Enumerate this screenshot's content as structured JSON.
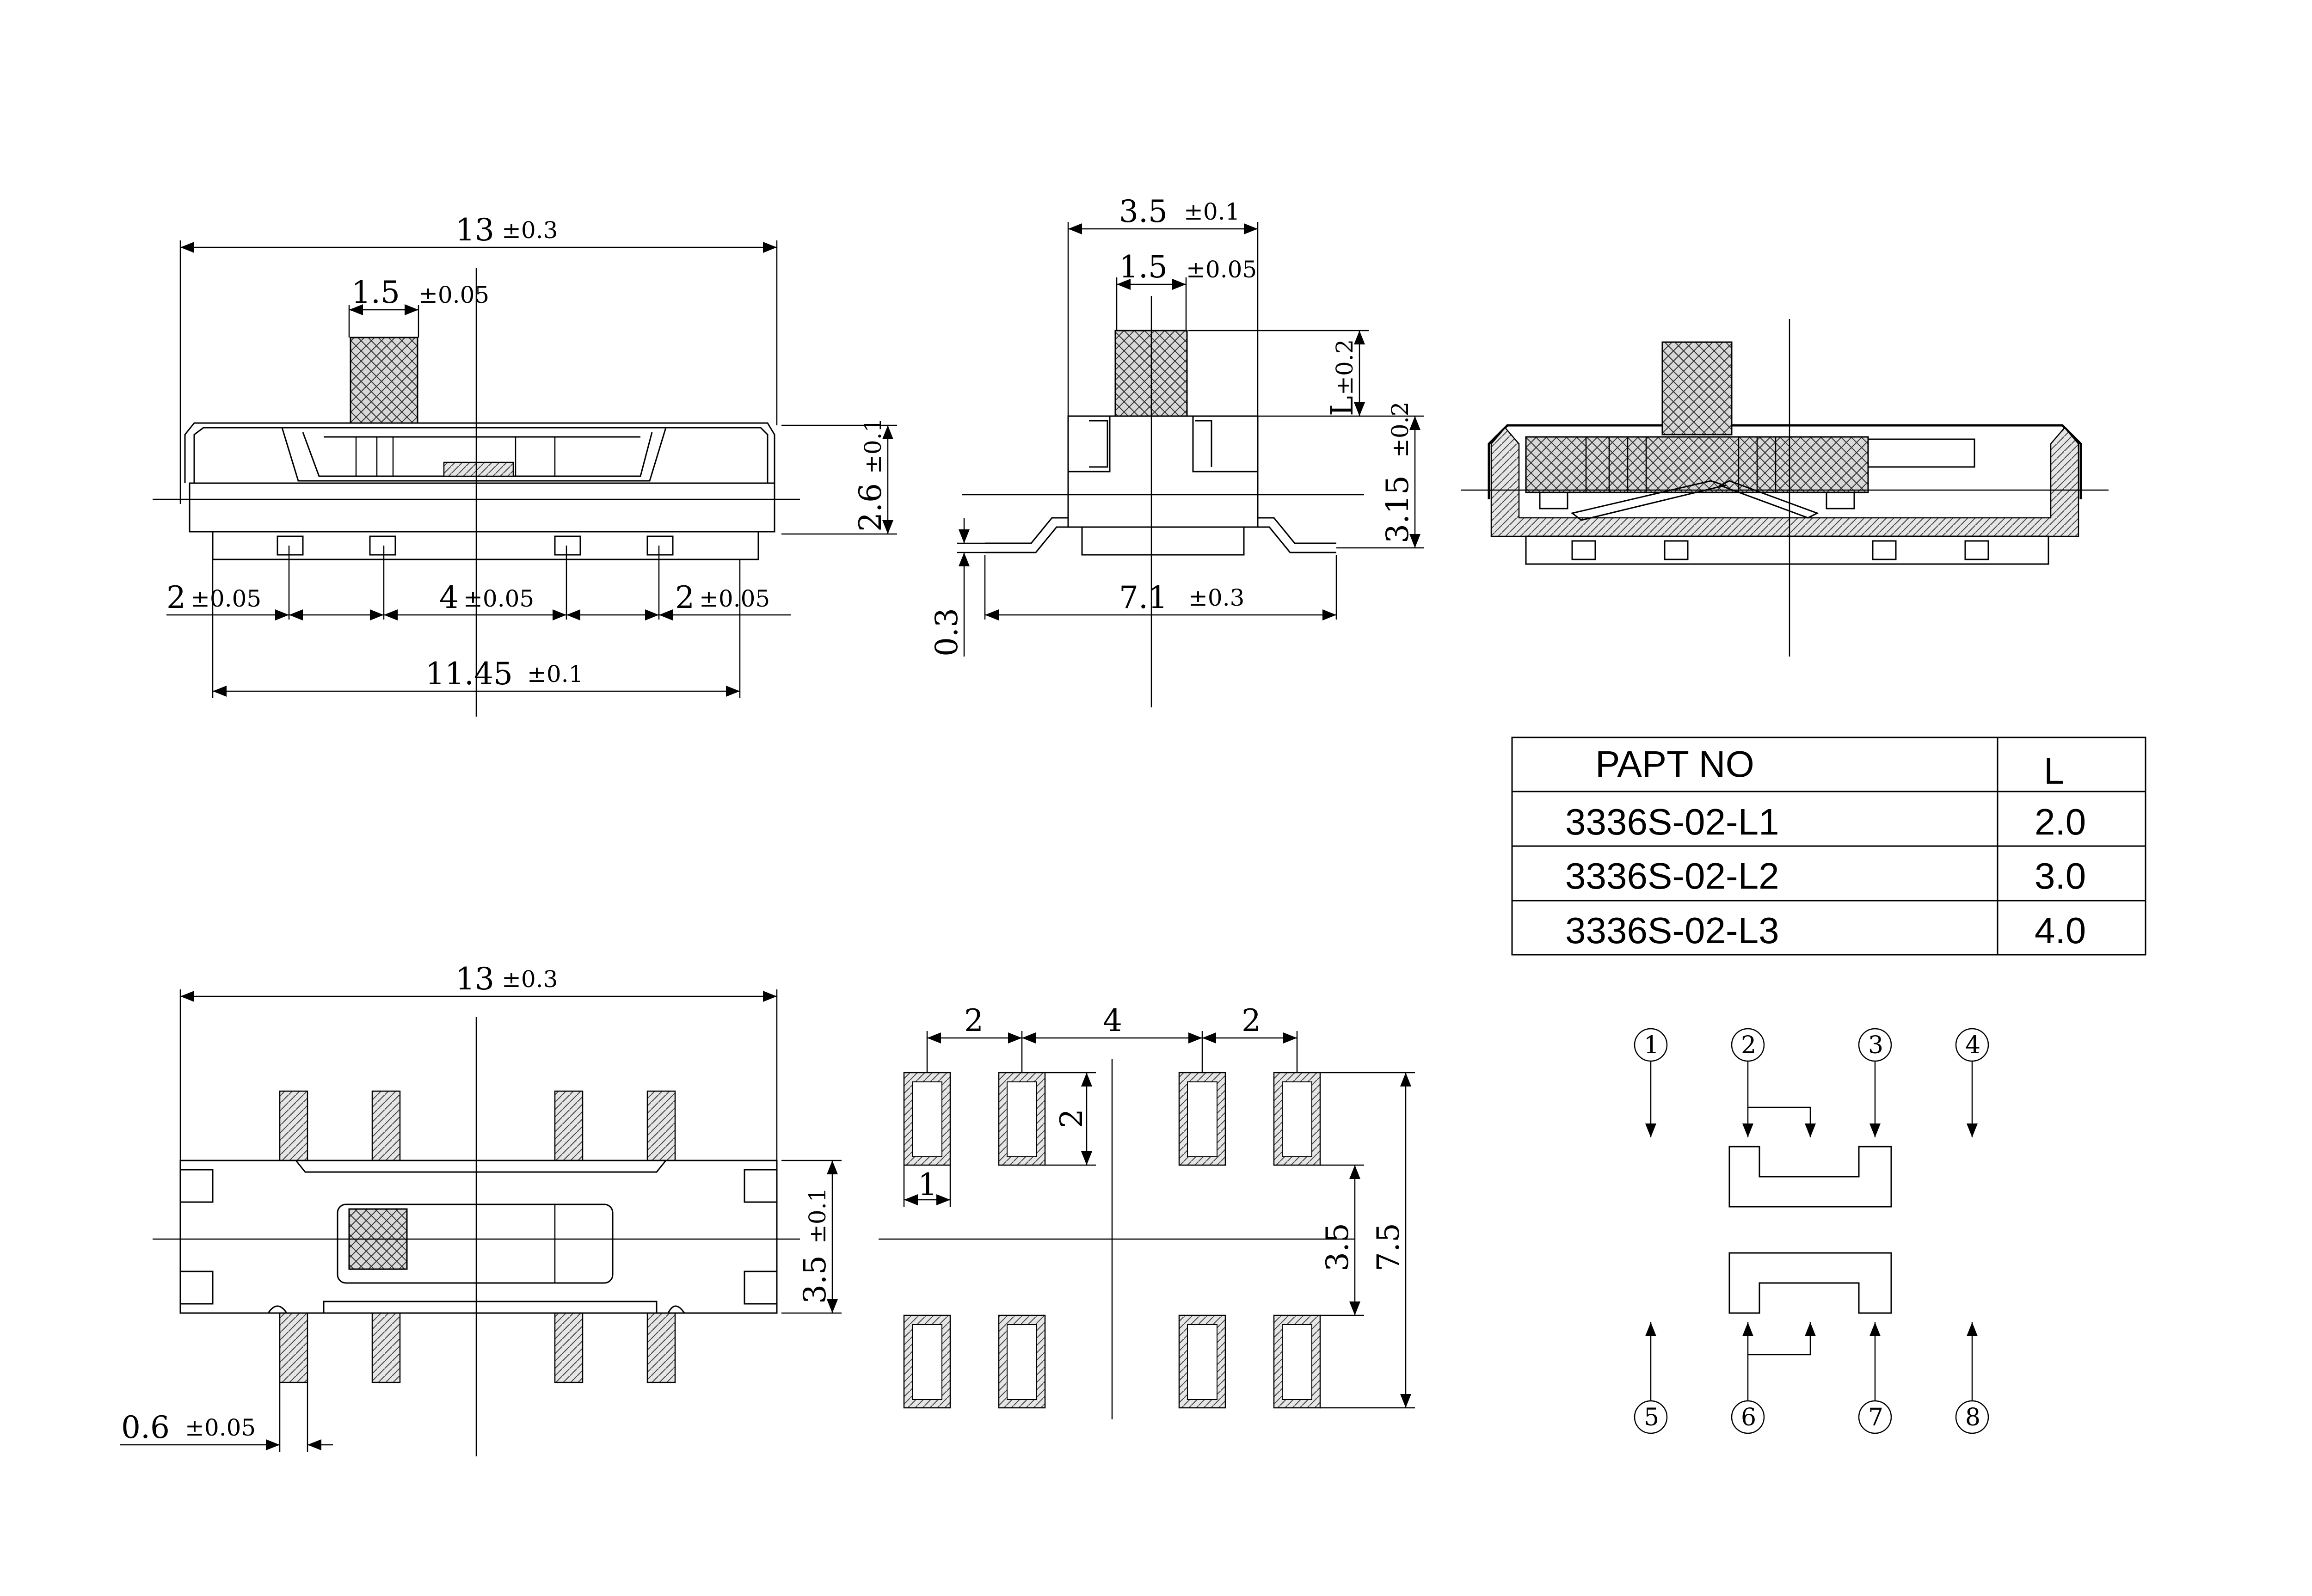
{
  "side_view": {
    "overall_width": "13",
    "overall_tol": "±0.3",
    "actuator_width": "1.5",
    "actuator_tol": "±0.05",
    "height": "2.6",
    "height_tol": "±0.1",
    "pitch_left": "2",
    "pitch_left_tol": "±0.05",
    "pitch_mid": "4",
    "pitch_mid_tol": "±0.05",
    "pitch_right": "2",
    "pitch_right_tol": "±0.05",
    "terminal_span": "11.45",
    "terminal_span_tol": "±0.1"
  },
  "end_view": {
    "body_width": "3.5",
    "body_width_tol": "±0.1",
    "actuator_width": "1.5",
    "actuator_tol": "±0.05",
    "actuator_length": "L",
    "actuator_length_tol": "±0.2",
    "height": "3.15",
    "height_tol": "±0.2",
    "standoff": "0.3",
    "footprint_width": "7.1",
    "footprint_tol": "±0.3"
  },
  "top_view": {
    "overall_width": "13",
    "overall_tol": "±0.3",
    "body_depth": "3.5",
    "body_depth_tol": "±0.1",
    "terminal_width": "0.6",
    "terminal_width_tol": "±0.05"
  },
  "pad_layout": {
    "pitch_left": "2",
    "pitch_mid": "4",
    "pitch_right": "2",
    "pad_length": "2",
    "pad_width": "1",
    "row_gap": "3.5",
    "overall_span": "7.5"
  },
  "part_table": {
    "col_part": "PAPT NO",
    "col_l": "L",
    "rows": [
      {
        "part": "3336S-02-L1",
        "l": "2.0"
      },
      {
        "part": "3336S-02-L2",
        "l": "3.0"
      },
      {
        "part": "3336S-02-L3",
        "l": "4.0"
      }
    ]
  },
  "circuit": {
    "pins": [
      "1",
      "2",
      "3",
      "4",
      "5",
      "6",
      "7",
      "8"
    ]
  }
}
